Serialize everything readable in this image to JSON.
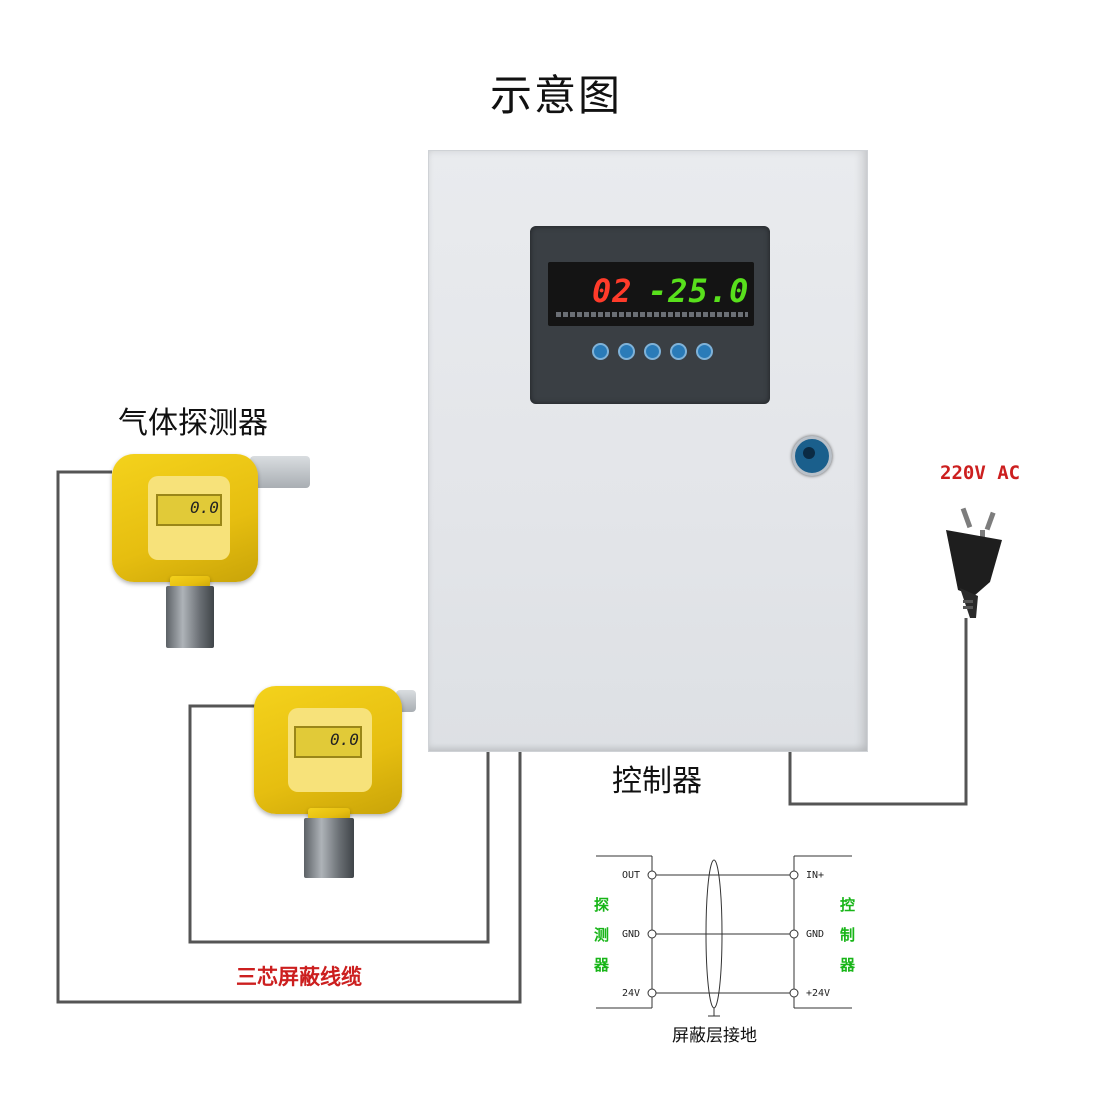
{
  "title": "示意图",
  "labels": {
    "detector": "气体探测器",
    "controller": "控制器",
    "power": "220V AC",
    "cable": "三芯屏蔽线缆",
    "shield_ground": "屏蔽层接地"
  },
  "controller_panel": {
    "display_left": "02",
    "display_right": "-25.0"
  },
  "detectors": [
    {
      "reading": "0.0"
    },
    {
      "reading": "0.0"
    }
  ],
  "wiring": {
    "left_side": [
      "探",
      "测",
      "器"
    ],
    "right_side": [
      "控",
      "制",
      "器"
    ],
    "left_terminals": [
      "OUT",
      "GND",
      "24V"
    ],
    "right_terminals": [
      "IN+",
      "GND",
      "+24V"
    ]
  },
  "colors": {
    "label_red": "#cc1f1f",
    "wiring_green": "#18b518",
    "detector_yellow": "#f0c814"
  }
}
